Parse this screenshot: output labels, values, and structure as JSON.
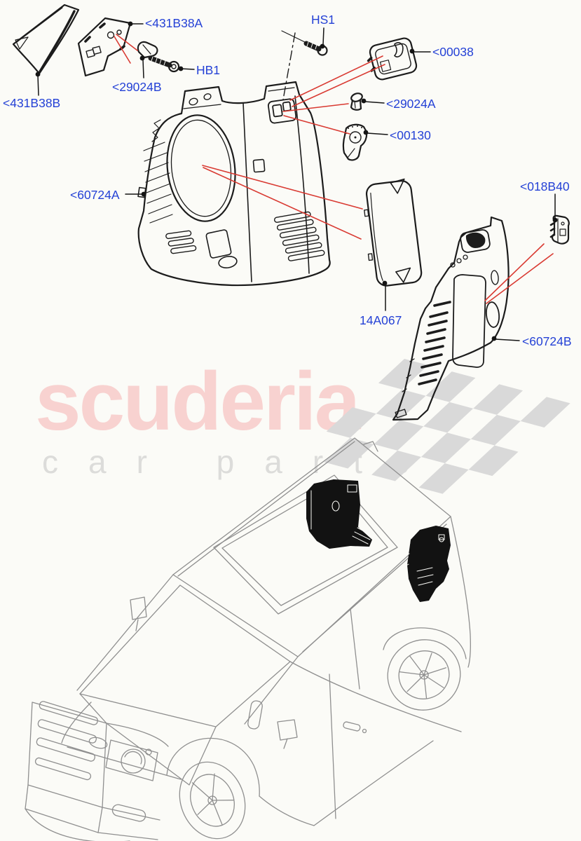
{
  "watermark": {
    "brand": "scuderia",
    "tagline": "car parts"
  },
  "part_labels": {
    "b431b38a": "<431B38A",
    "b431b38b": "<431B38B",
    "b29024b": "<29024B",
    "hb1": "HB1",
    "hs1": "HS1",
    "b00038": "<00038",
    "b29024a": "<29024A",
    "b00130": "<00130",
    "b60724a": "<60724A",
    "b14a067": "14A067",
    "b018b40": "<018B40",
    "b60724b": "<60724B"
  },
  "colors": {
    "background": "#fbfbf7",
    "label_blue": "#2441d6",
    "callout_red": "#d93a32",
    "line_black": "#1c1c1c",
    "vehicle_gray": "#8f8f8f",
    "watermark_pink": "#f8d2d0",
    "watermark_gray": "#dcdcda",
    "flag_gray": "#d9d9d9"
  }
}
